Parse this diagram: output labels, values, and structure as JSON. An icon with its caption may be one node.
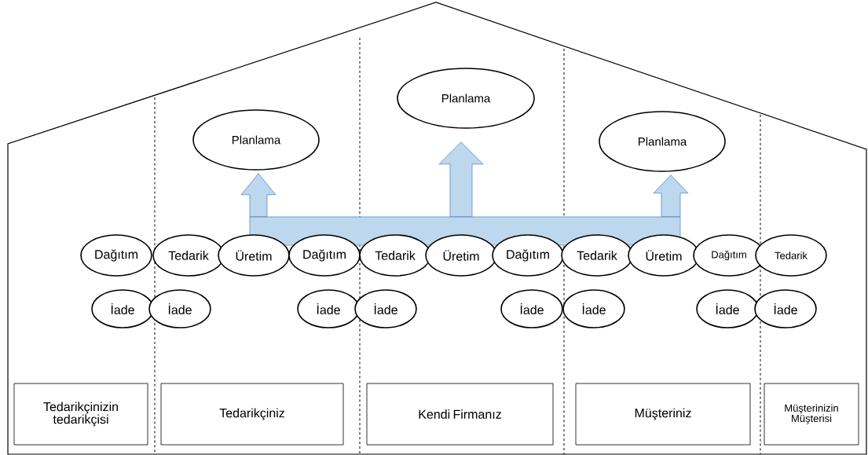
{
  "diagram": {
    "nodes": [
      {
        "text": [
          "Planlama"
        ]
      },
      {
        "text": [
          "Planlama"
        ]
      },
      {
        "text": [
          "Planlama"
        ]
      },
      {
        "text": [],
        "shape": "bar"
      },
      {
        "text": [
          "Dağıtım"
        ]
      },
      {
        "text": [
          "Tedarik"
        ]
      },
      {
        "text": [
          "Üretim"
        ]
      },
      {
        "text": [
          "Dağıtım"
        ]
      },
      {
        "text": [
          "Tedarik"
        ]
      },
      {
        "text": [
          "Üretim"
        ]
      },
      {
        "text": [
          "Dağıtım"
        ]
      },
      {
        "text": [
          "Tedarik"
        ]
      },
      {
        "text": [
          "Üretim"
        ]
      },
      {
        "text": [
          "Dağıtım"
        ]
      },
      {
        "text": [
          "Tedarik"
        ]
      },
      {
        "text": [
          "İade"
        ]
      },
      {
        "text": [
          "İade"
        ]
      },
      {
        "text": [
          "İade"
        ]
      },
      {
        "text": [
          "İade"
        ]
      },
      {
        "text": [
          "İade"
        ]
      },
      {
        "text": [
          "İade"
        ]
      },
      {
        "text": [
          "İade"
        ]
      },
      {
        "text": [
          "İade"
        ]
      },
      {
        "text": [
          "Tedarikçinizin tedarikçisi"
        ]
      },
      {
        "text": [
          "Tedarikçiniz"
        ]
      },
      {
        "text": [
          "Kendi Firmanız"
        ]
      },
      {
        "text": [
          "Müşteriniz"
        ]
      },
      {
        "text": [
          "Müşterinizin Müşterisi"
        ]
      }
    ],
    "edges": [
      {
        "from": 3,
        "to": 0,
        "arrow": "to"
      },
      {
        "from": 3,
        "to": 1,
        "arrow": "to"
      },
      {
        "from": 3,
        "to": 2,
        "arrow": "to"
      }
    ]
  }
}
